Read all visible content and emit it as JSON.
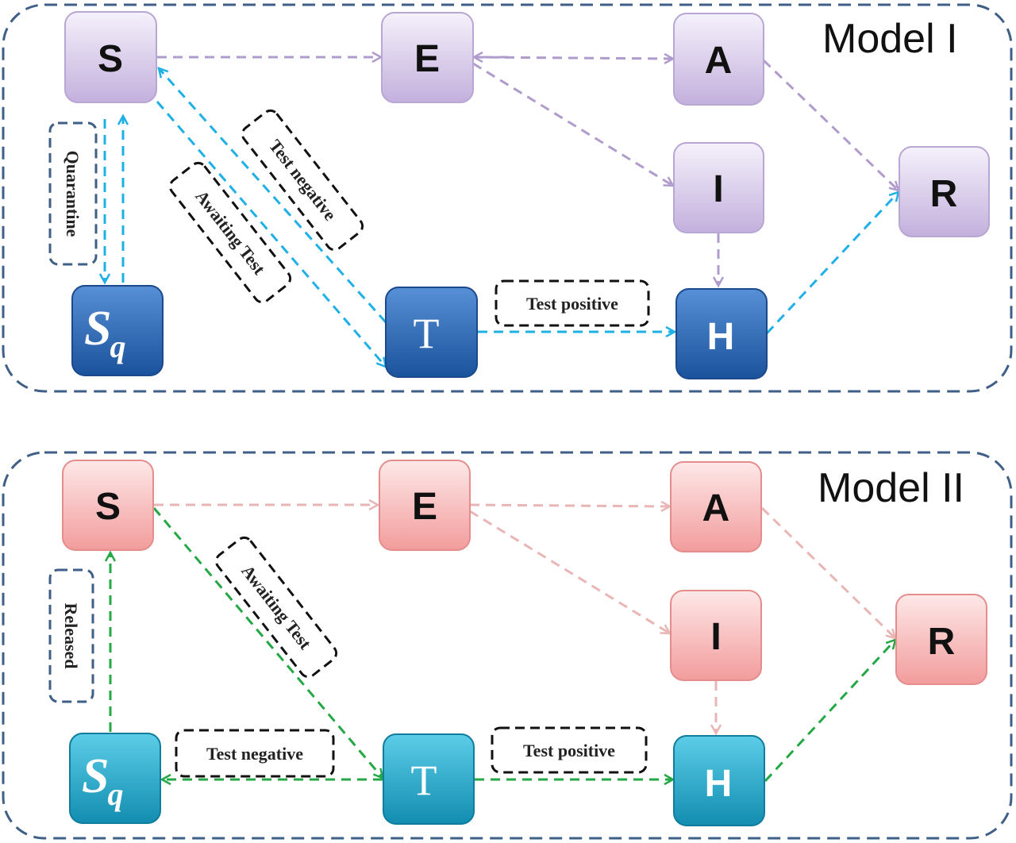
{
  "model1": {
    "title": "Model I",
    "nodes": {
      "S": "S",
      "E": "E",
      "A": "A",
      "I": "I",
      "R": "R",
      "H": "H",
      "T": "T",
      "Sq_main": "S",
      "Sq_sub": "q"
    },
    "labels": {
      "quarantine": "Quarantine",
      "awaiting_test": "Awaiting Test",
      "test_negative": "Test negative",
      "test_positive": "Test positive"
    },
    "colors": {
      "node_top": "#f3eefa",
      "node_bottom": "#c7b5df",
      "dark_top": "#4f87cf",
      "dark_bottom": "#1e57a4",
      "edge": "#b09ccc",
      "flow": "#1fb0e6",
      "border": "#3f5f87"
    }
  },
  "model2": {
    "title": "Model II",
    "nodes": {
      "S": "S",
      "E": "E",
      "A": "A",
      "I": "I",
      "R": "R",
      "H": "H",
      "T": "T",
      "Sq_main": "S",
      "Sq_sub": "q"
    },
    "labels": {
      "released": "Released",
      "awaiting_test": "Awaiting Test",
      "test_negative": "Test negative",
      "test_positive": "Test positive"
    },
    "colors": {
      "node_top": "#fde4e4",
      "node_bottom": "#f2a2a2",
      "dark_top": "#52c6e2",
      "dark_bottom": "#1596b8",
      "edge": "#e9b6b6",
      "flow": "#23a845",
      "border": "#3f5f87"
    }
  }
}
